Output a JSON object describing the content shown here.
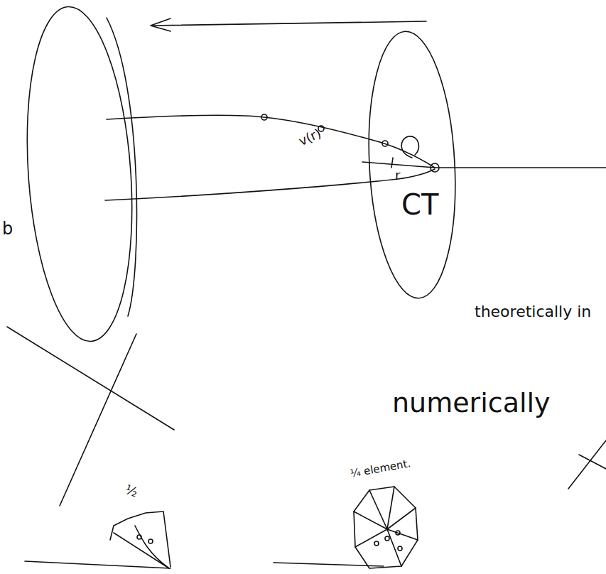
{
  "diagram": {
    "labels": [
      "v(r)",
      "r",
      "CT",
      "theoretically in",
      "numerically",
      "¼ element.",
      "½",
      "b"
    ]
  }
}
